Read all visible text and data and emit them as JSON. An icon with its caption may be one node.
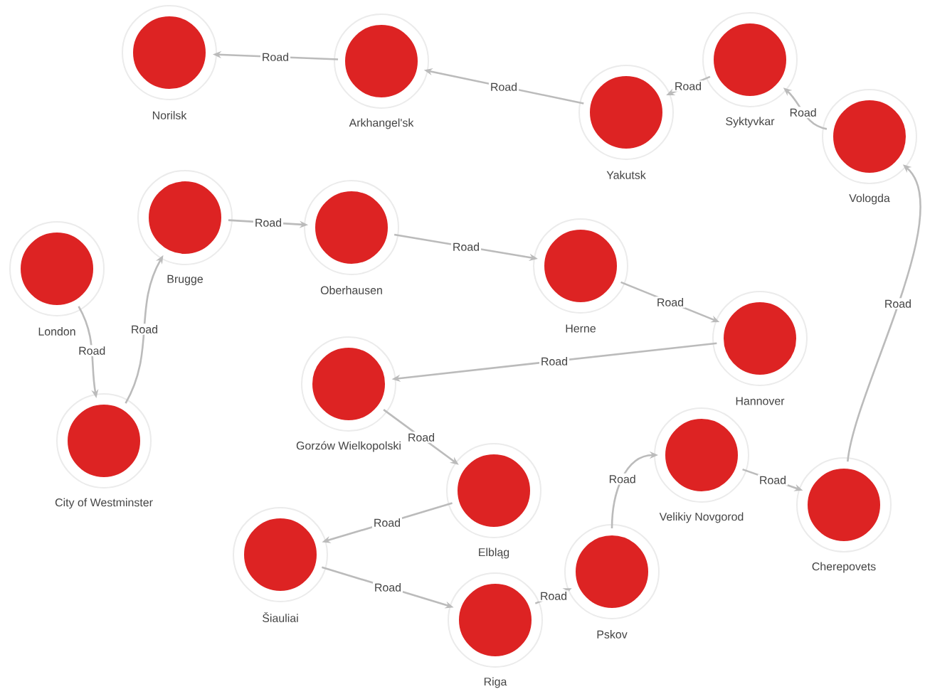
{
  "diagram": {
    "nodes": [
      {
        "text": [
          "London"
        ]
      },
      {
        "text": [
          "City of Westminster"
        ]
      },
      {
        "text": [
          "Brugge"
        ]
      },
      {
        "text": [
          "Oberhausen"
        ]
      },
      {
        "text": [
          "Herne"
        ]
      },
      {
        "text": [
          "Hannover"
        ]
      },
      {
        "text": [
          "Gorzów Wielkopolski"
        ]
      },
      {
        "text": [
          "Elbląg"
        ]
      },
      {
        "text": [
          "Šiauliai"
        ]
      },
      {
        "text": [
          "Riga"
        ]
      },
      {
        "text": [
          "Pskov"
        ]
      },
      {
        "text": [
          "Velikiy Novgorod"
        ]
      },
      {
        "text": [
          "Cherepovets"
        ]
      },
      {
        "text": [
          "Vologda"
        ]
      },
      {
        "text": [
          "Syktyvkar"
        ]
      },
      {
        "text": [
          "Yakutsk"
        ]
      },
      {
        "text": [
          "Arkhangel'sk"
        ]
      },
      {
        "text": [
          "Norilsk"
        ]
      }
    ],
    "edges": [
      {
        "from": 0,
        "to": 1,
        "arrow": "to",
        "label": "Road"
      },
      {
        "from": 1,
        "to": 2,
        "arrow": "to",
        "label": "Road"
      },
      {
        "from": 2,
        "to": 3,
        "arrow": "to",
        "label": "Road"
      },
      {
        "from": 3,
        "to": 4,
        "arrow": "to",
        "label": "Road"
      },
      {
        "from": 4,
        "to": 5,
        "arrow": "to",
        "label": "Road"
      },
      {
        "from": 5,
        "to": 6,
        "arrow": "to",
        "label": "Road"
      },
      {
        "from": 6,
        "to": 7,
        "arrow": "to",
        "label": "Road"
      },
      {
        "from": 7,
        "to": 8,
        "arrow": "to",
        "label": "Road"
      },
      {
        "from": 8,
        "to": 9,
        "arrow": "to",
        "label": "Road"
      },
      {
        "from": 9,
        "to": 10,
        "arrow": "to",
        "label": "Road"
      },
      {
        "from": 10,
        "to": 11,
        "arrow": "to",
        "label": "Road"
      },
      {
        "from": 11,
        "to": 12,
        "arrow": "to",
        "label": "Road"
      },
      {
        "from": 12,
        "to": 13,
        "arrow": "to",
        "label": "Road"
      },
      {
        "from": 13,
        "to": 14,
        "arrow": "to",
        "label": "Road"
      },
      {
        "from": 14,
        "to": 15,
        "arrow": "to",
        "label": "Road"
      },
      {
        "from": 15,
        "to": 16,
        "arrow": "to",
        "label": "Road"
      },
      {
        "from": 16,
        "to": 17,
        "arrow": "to",
        "label": "Road"
      }
    ]
  }
}
